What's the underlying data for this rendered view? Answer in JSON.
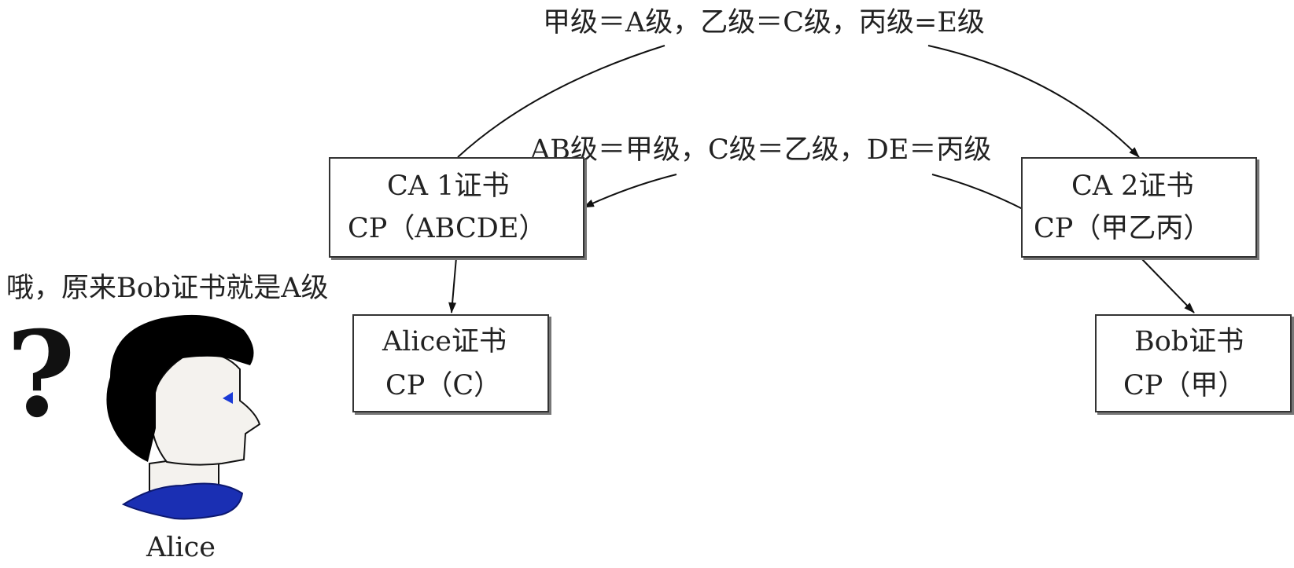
{
  "top_mapping": "甲级＝A级，乙级＝C级，丙级=E级",
  "middle_mapping": "AB级＝甲级，C级＝乙级，DE＝丙级",
  "boxes": {
    "ca1": {
      "title": "CA 1证书",
      "policy": "CP（ABCDE）"
    },
    "ca2": {
      "title": "CA 2证书",
      "policy": "CP（甲乙丙）"
    },
    "alice_cert": {
      "title": "Alice证书",
      "policy": "CP（C）"
    },
    "bob_cert": {
      "title": "Bob证书",
      "policy": "CP（甲）"
    }
  },
  "alice": {
    "thought": "哦，原来Bob证书就是A级",
    "question_mark": "?",
    "name": "Alice"
  }
}
